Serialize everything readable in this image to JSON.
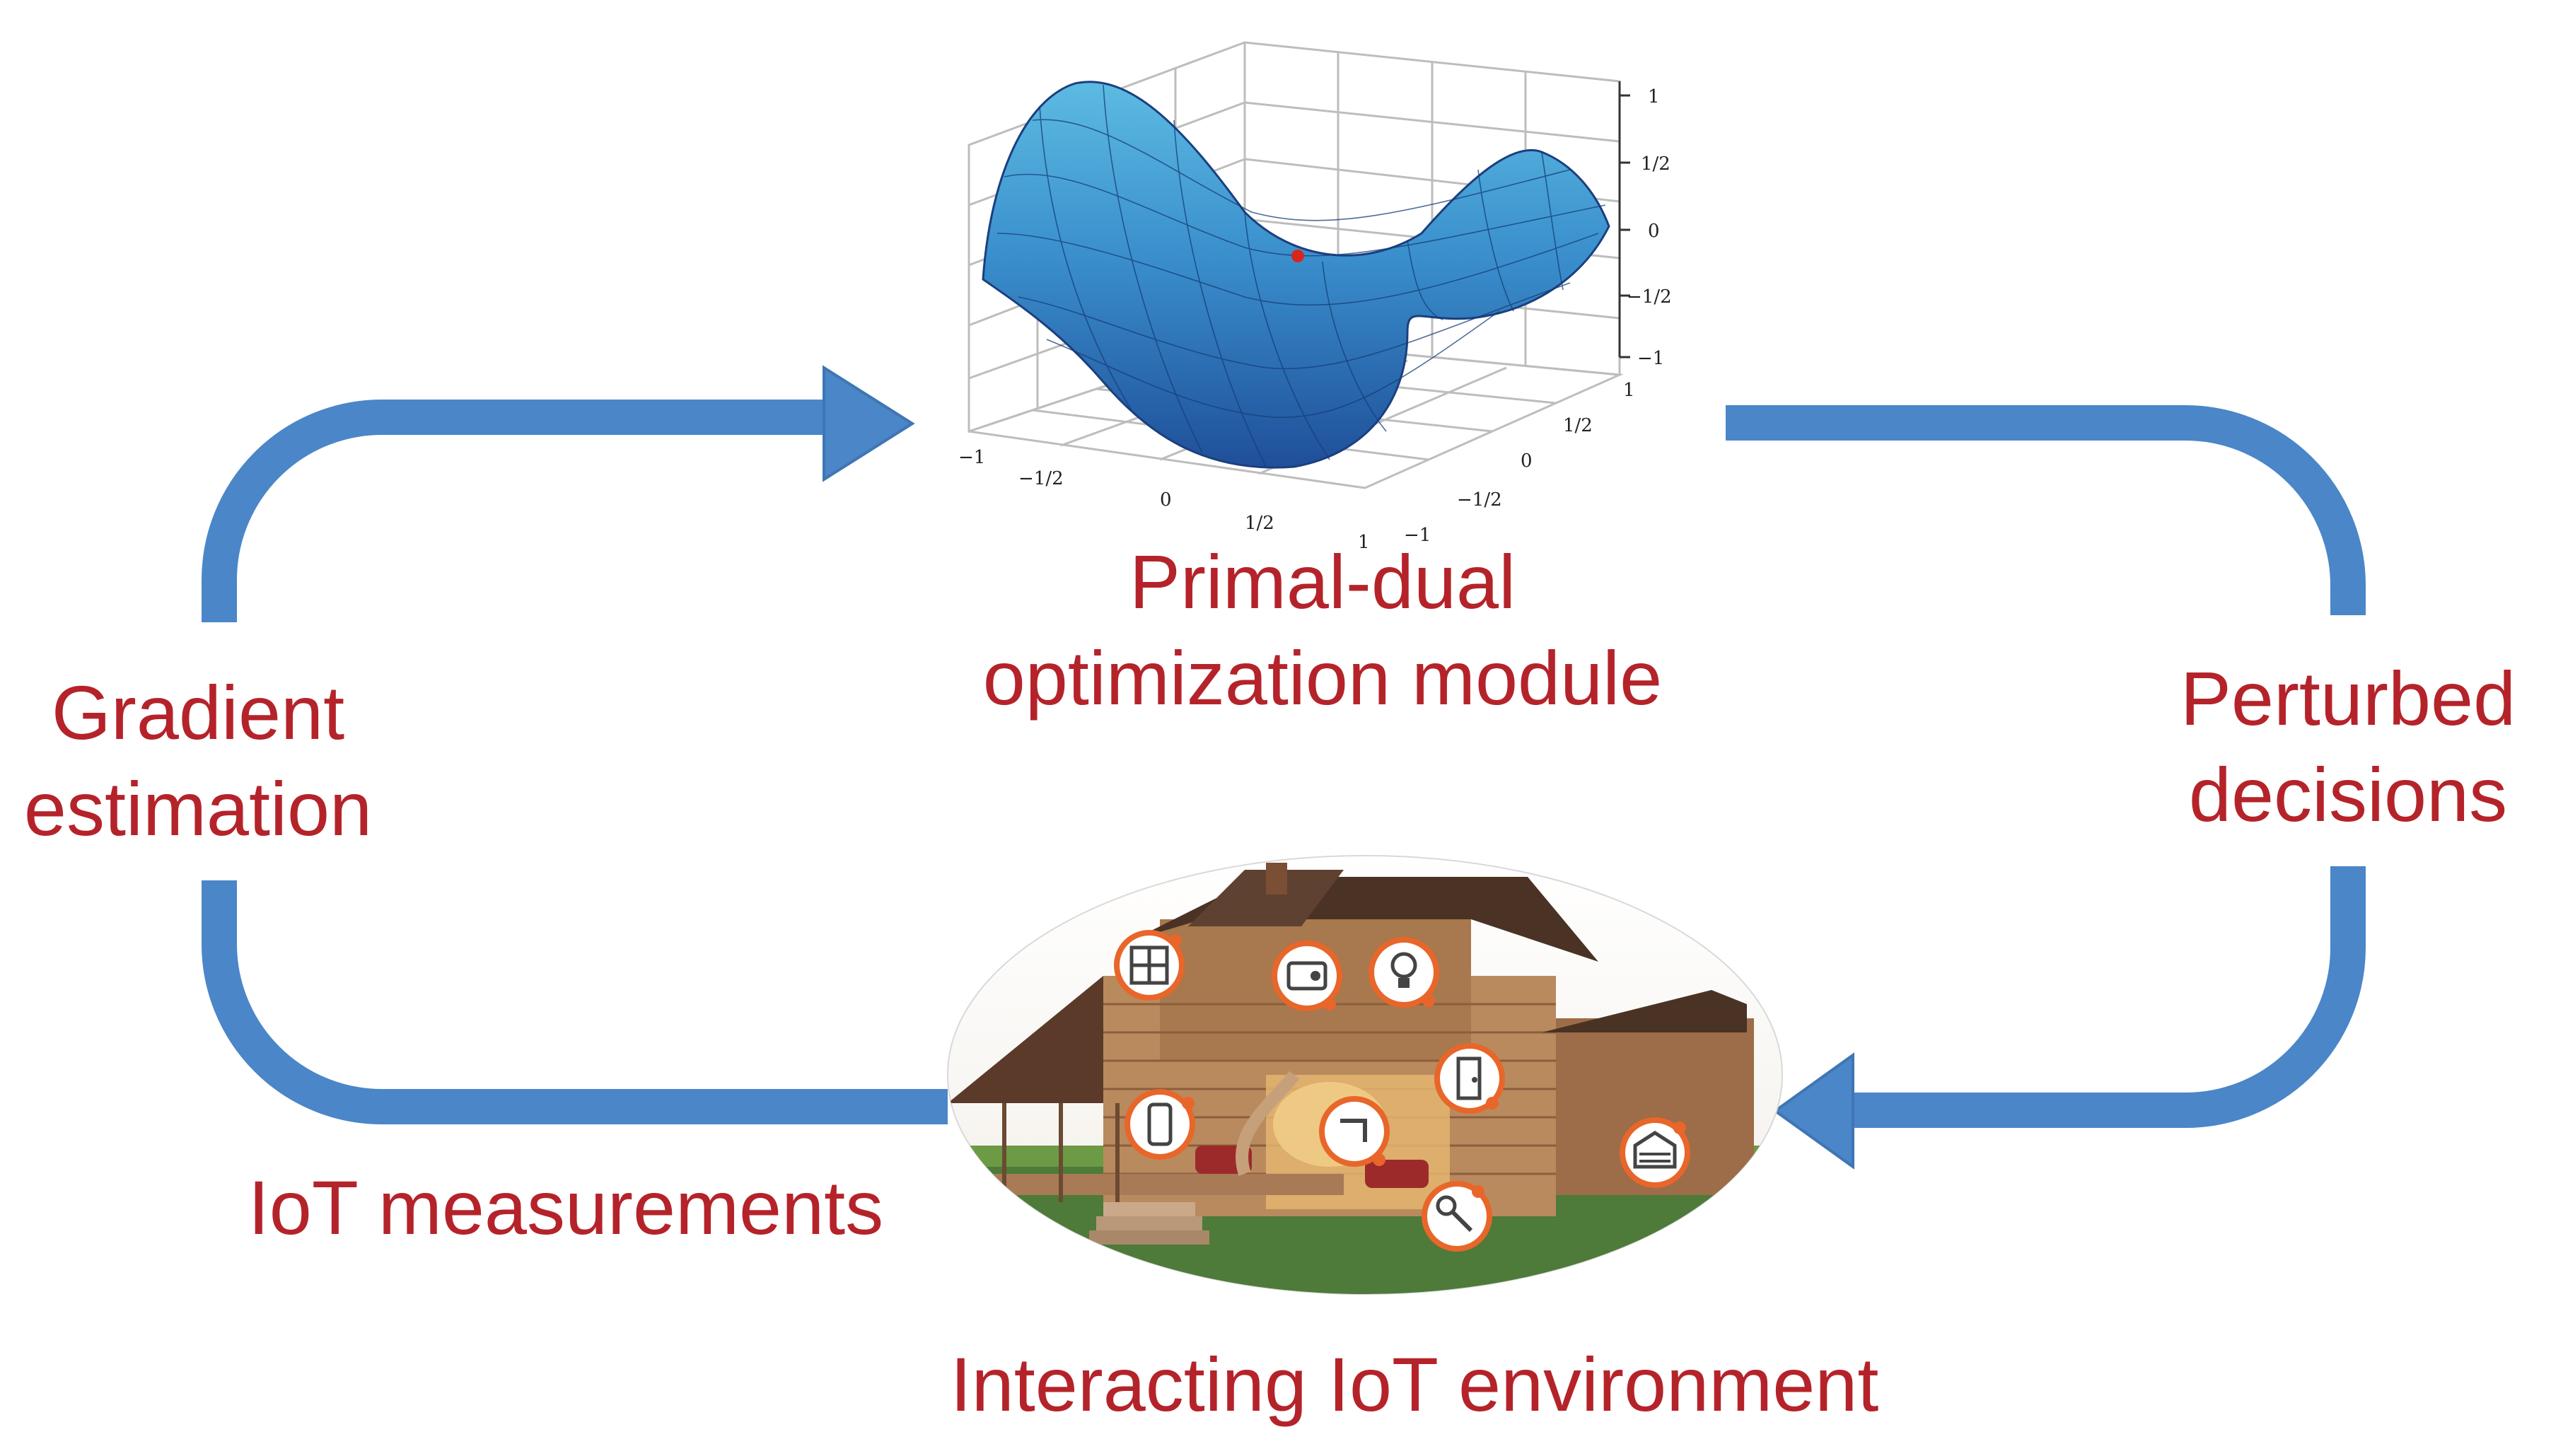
{
  "diagram": {
    "nodes": {
      "optimizer": {
        "label_line1": "Primal-dual",
        "label_line2": "optimization module"
      },
      "environment": {
        "label": "Interacting IoT environment"
      }
    },
    "edges": {
      "left_top": {
        "label_line1": "Gradient",
        "label_line2": "estimation"
      },
      "right": {
        "label_line1": "Perturbed",
        "label_line2": "decisions"
      },
      "left_bottom": {
        "label": "IoT measurements"
      }
    },
    "surface_plot": {
      "z_ticks": [
        "1",
        "1/2",
        "0",
        "−1/2",
        "−1"
      ],
      "x_ticks": [
        "−1",
        "−1/2",
        "0",
        "1/2",
        "1"
      ],
      "y_ticks": [
        "1",
        "1/2",
        "0",
        "−1/2",
        "−1"
      ],
      "critical_point": "saddle-point-marker"
    },
    "house_icons": [
      "window-icon",
      "thermostat-icon",
      "light-bulb-icon",
      "door-icon",
      "remote-icon",
      "faucet-icon",
      "garage-icon",
      "key-icon"
    ],
    "colors": {
      "arrow": "#4a86c8",
      "arrow_stroke": "#3f76b3",
      "text": "#b5232a",
      "icon_ring": "#e8662a",
      "surface_dark": "#1f4f99",
      "surface_light": "#58b7e0"
    }
  }
}
